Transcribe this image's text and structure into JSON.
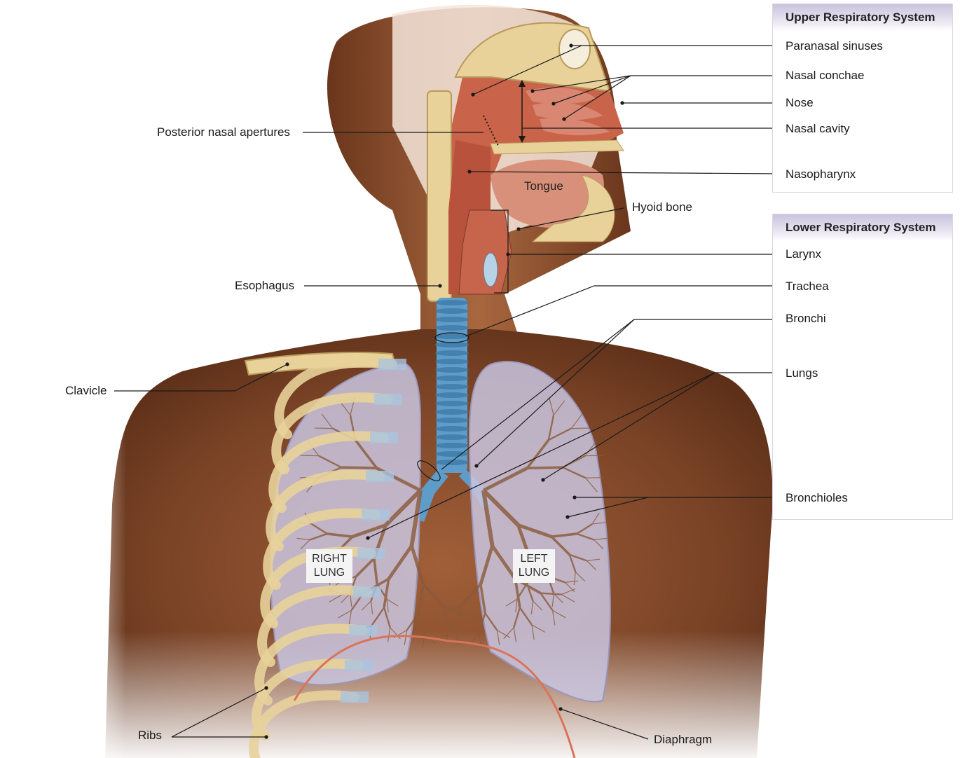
{
  "panels": {
    "upper_title": "Upper Respiratory System",
    "lower_title": "Lower Respiratory System"
  },
  "labels": {
    "paranasal_sinuses": "Paranasal sinuses",
    "nasal_conchae": "Nasal conchae",
    "nose": "Nose",
    "nasal_cavity": "Nasal cavity",
    "nasopharynx": "Nasopharynx",
    "larynx": "Larynx",
    "trachea": "Trachea",
    "bronchi": "Bronchi",
    "lungs": "Lungs",
    "bronchioles": "Bronchioles",
    "posterior_nasal_apertures": "Posterior nasal apertures",
    "esophagus": "Esophagus",
    "clavicle": "Clavicle",
    "ribs": "Ribs",
    "hyoid_bone": "Hyoid bone",
    "diaphragm": "Diaphragm",
    "tongue": "Tongue",
    "right_lung_line1": "RIGHT",
    "right_lung_line2": "LUNG",
    "left_lung_line1": "LEFT",
    "left_lung_line2": "LUNG"
  },
  "colors": {
    "skin": "#7a4326",
    "skin_light": "#a3623a",
    "lung": "#c9c6e0",
    "bronchi": "#8a5a3a",
    "trachea": "#5e9cc9",
    "bone": "#e8d29a",
    "nasal_tissue": "#c9644a",
    "diaphragm": "#d9745a"
  }
}
